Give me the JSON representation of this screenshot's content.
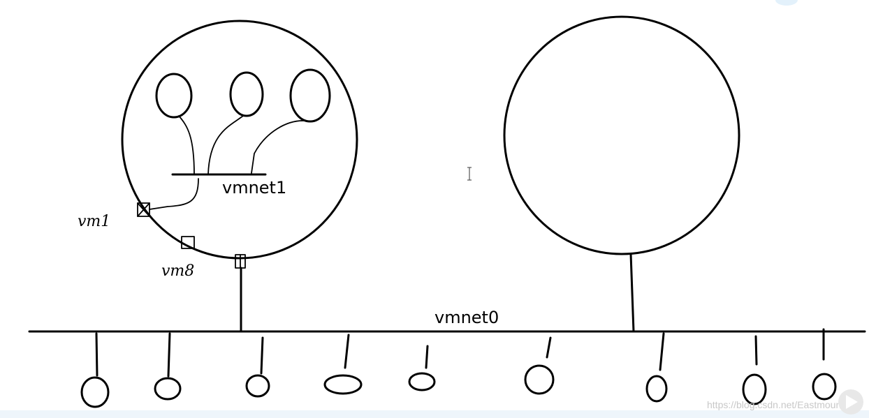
{
  "labels": {
    "vmnet1": "vmnet1",
    "vmnet0": "vmnet0",
    "vm1_handwritten": "vm1",
    "vm8_handwritten": "vm8"
  },
  "watermark": "https://blog.csdn.net/Eastmount",
  "colors": {
    "stroke": "#000000",
    "background": "#ffffff",
    "watermark": "#c8c8c8"
  }
}
